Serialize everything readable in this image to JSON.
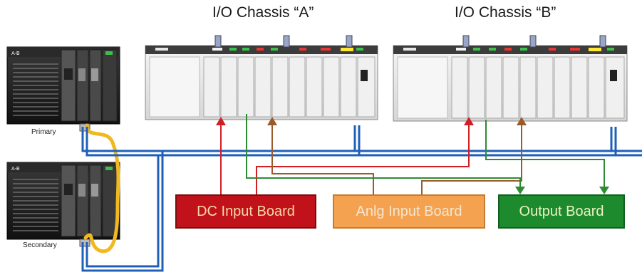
{
  "chassis_a": {
    "title": "I/O Chassis “A”"
  },
  "chassis_b": {
    "title": "I/O Chassis “B”"
  },
  "controllers": {
    "primary_label": "Primary",
    "secondary_label": "Secondary"
  },
  "boards": {
    "dc_input": "DC Input Board",
    "analog_input": "Anlg Input Board",
    "output": "Output Board"
  },
  "colors": {
    "network_blue": "#1f5fb8",
    "fiber_yellow": "#f1b820",
    "dc_wire": "#d21f26",
    "analog_wire": "#9a5b2c",
    "output_wire": "#2e8b34",
    "chassis_body": "#ececec"
  }
}
